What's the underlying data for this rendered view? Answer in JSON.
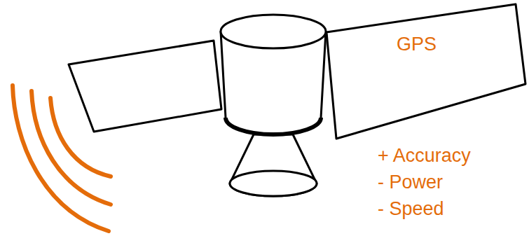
{
  "diagram": {
    "nodes": [
      {
        "text": [
          "GPS"
        ]
      }
    ],
    "labels": [
      "+ Accuracy",
      "- Power",
      "- Speed"
    ]
  }
}
